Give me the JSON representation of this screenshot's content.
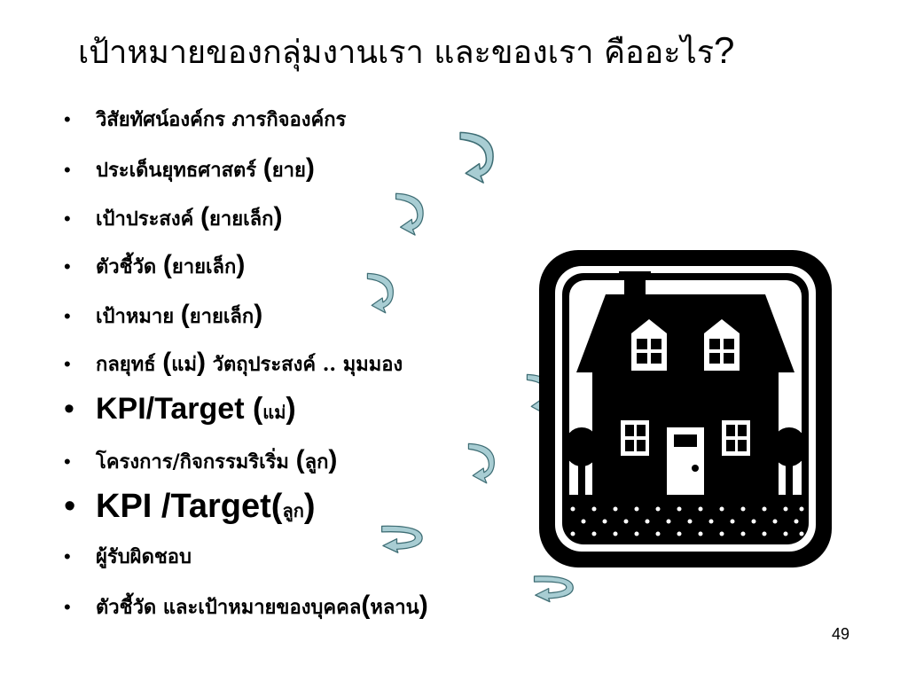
{
  "slide": {
    "title": "เป้าหมายของกลุ่มงานเรา และของเรา คืออะไร",
    "title_mark": "?",
    "page_number": "49",
    "bullet_marker": "•",
    "items": [
      {
        "text": "วิสัยทัศน์องค์กร   ภารกิจองค์กร"
      },
      {
        "text": "ประเด็นยุทธศาสตร์ ",
        "paren_open": "(",
        "inner": "ยาย",
        "paren_close": ")"
      },
      {
        "text": "เป้าประสงค์ ",
        "paren_open": "(",
        "inner": "ยายเล็ก",
        "paren_close": ")"
      },
      {
        "text": "ตัวชี้วัด ",
        "paren_open": "(",
        "inner": "ยายเล็ก",
        "paren_close": ")"
      },
      {
        "text": "เป้าหมาย ",
        "paren_open": "(",
        "inner": "ยายเล็ก",
        "paren_close": ")"
      },
      {
        "text": "กลยุทธ์ ",
        "paren_open": "(",
        "inner": "แม่",
        "paren_close": ")",
        "after": " วัตถุประสงค์ ..  มุมมอง"
      },
      {
        "text": "KPI/Target ",
        "paren_open": "(",
        "inner": "แม่",
        "paren_close": ")"
      },
      {
        "text": "โครงการ/กิจกรรมริเริ่ม ",
        "paren_open": "(",
        "inner": "ลูก",
        "paren_close": ")"
      },
      {
        "text": "KPI /Target",
        "paren_open": "(",
        "inner": "ลูก",
        "paren_close": ")"
      },
      {
        "text": "ผู้รับผิดชอบ"
      },
      {
        "text": "ตัวชี้วัด และเป้าหมายของบุคคล",
        "paren_open": "(",
        "inner": "หลาน",
        "paren_close": ")"
      }
    ]
  },
  "colors": {
    "arrow_fill": "#a8cdd3",
    "arrow_stroke": "#3e6d74",
    "house": "#000000"
  },
  "icons": {
    "arrow": "curved-down-arrow-icon",
    "house": "house-icon"
  }
}
